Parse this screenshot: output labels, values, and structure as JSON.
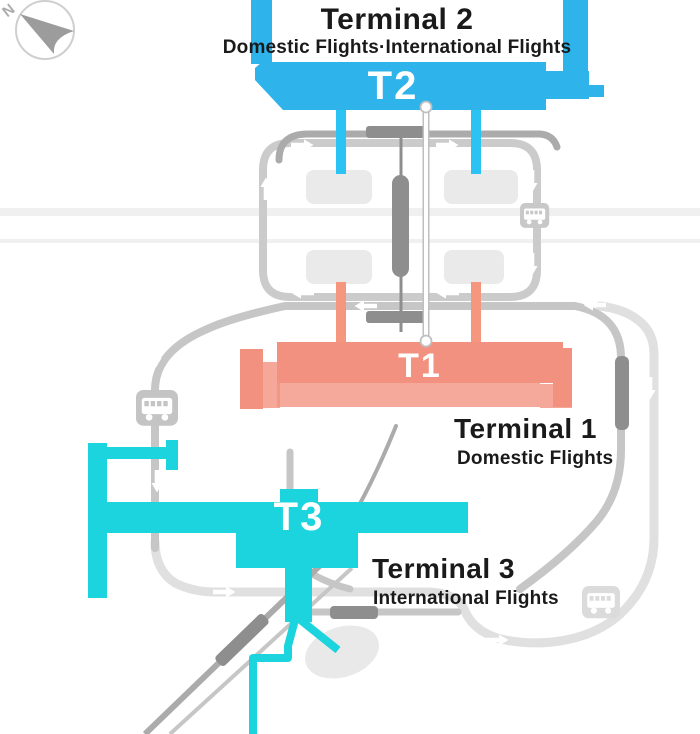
{
  "compass": {
    "label": "N"
  },
  "terminals": {
    "t2": {
      "code": "T2",
      "name": "Terminal 2",
      "flights": "Domestic Flights·International Flights",
      "color": "#2FB3EB"
    },
    "t1": {
      "code": "T1",
      "name": "Terminal 1",
      "flights": "Domestic Flights",
      "color": "#F2917F"
    },
    "t3": {
      "code": "T3",
      "name": "Terminal 3",
      "flights": "International Flights",
      "color": "#1BD4DE"
    }
  },
  "colors": {
    "road": "#CBCBCB",
    "road_medium": "#C6C6C6",
    "road_dark": "#ABABAB",
    "road_light": "#E0E0E0",
    "faint_line": "#F0F0F0",
    "walkway": "#8E8E8E",
    "parking": "#EAEAEA",
    "pond": "#E9E9E9",
    "connector_t2": "#2BC3F4",
    "connector_t1": "#F5977F",
    "bus_stop": "#C4C4C4",
    "bus_stop_light": "#DBDBDB",
    "apm_outline": "#BFBFBF",
    "arrow": "#FFFFFF",
    "label": "#1A1A1A",
    "compass": "#9C9C9C"
  }
}
